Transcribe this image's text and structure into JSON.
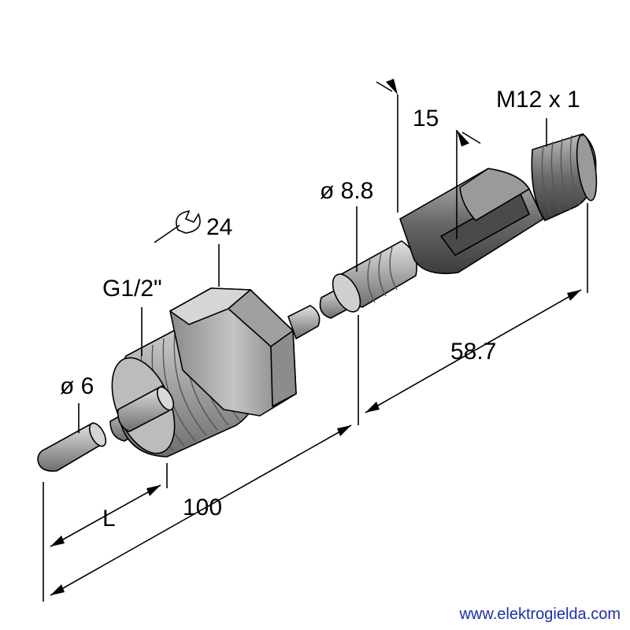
{
  "diagram": {
    "labels": {
      "wrench_size": "24",
      "thread": "G1/2\"",
      "probe_diameter": "ø 6",
      "neck_diameter": "ø 8.8",
      "connector_thread": "M12 x 1",
      "hex_offset": "15",
      "connector_length": "58.7",
      "overall_length": "100",
      "insertion_length": "L"
    },
    "colors": {
      "body_light": "#c8c8c8",
      "body_mid": "#9a9a9a",
      "body_dark": "#6e6e6e",
      "connector_dark": "#5a5a5a"
    }
  },
  "footer": {
    "website": "www.elektrogielda.com"
  }
}
